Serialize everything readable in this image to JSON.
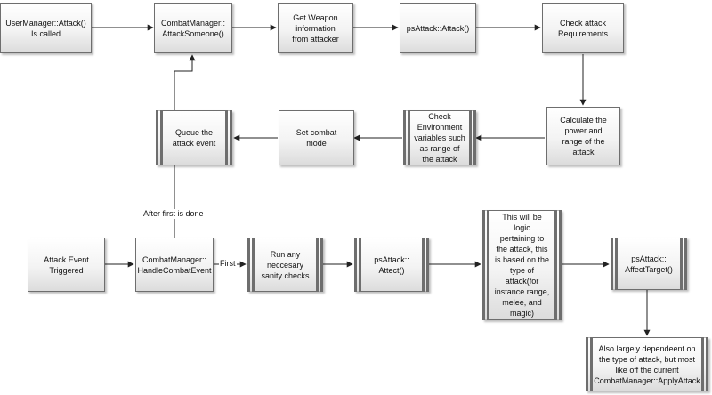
{
  "nodes": {
    "user_manager_attack": "UserManager::Attack()\nIs called",
    "attack_someone": "CombatManager::\nAttackSomeone()",
    "get_weapon_info": "Get Weapon\ninformation\nfrom attacker",
    "ps_attack_attack": "psAttack::Attack()",
    "check_requirements": "Check attack\nRequirements",
    "calculate_power": "Calculate the\npower and\nrange of the\nattack",
    "check_environment": "Check\nEnvironment\nvariables such\nas range of\nthe attack",
    "set_combat_mode": "Set combat\nmode",
    "queue_event": "Queue the\nattack event",
    "attack_event_triggered": "Attack Event\nTriggered",
    "handle_combat_event": "CombatManager::\nHandleCombatEvent",
    "sanity_checks": "Run any\nneccesary\nsanity checks",
    "ps_attack_attect": "psAttack::\nAttect()",
    "attack_logic": "This will be\nlogic\npertaining to\nthe attack, this\nis based on the\ntype of\nattack(for\ninstance range,\nmelee, and\nmagic)",
    "affect_target": "psAttack::\nAffectTarget()",
    "apply_attack": "Also largely dependeent on\nthe type of attack, but most\nlike off the current\nCombatManager::ApplyAttack"
  },
  "labels": {
    "first": "First",
    "after_first_done": "After first is done"
  }
}
